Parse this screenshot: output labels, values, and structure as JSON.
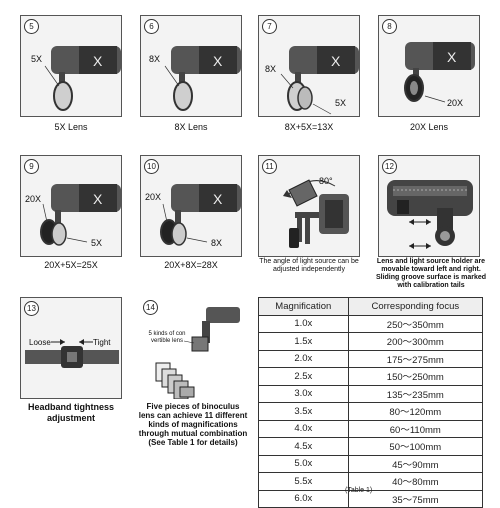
{
  "panels": [
    {
      "num": "5",
      "labels": [
        "5X"
      ],
      "caption": "5X Lens"
    },
    {
      "num": "6",
      "labels": [
        "8X"
      ],
      "caption": "8X Lens"
    },
    {
      "num": "7",
      "labels": [
        "8X",
        "5X"
      ],
      "caption": "8X+5X=13X"
    },
    {
      "num": "8",
      "labels": [
        "20X"
      ],
      "caption": "20X Lens"
    },
    {
      "num": "9",
      "labels": [
        "20X",
        "5X"
      ],
      "caption": "20X+5X=25X"
    },
    {
      "num": "10",
      "labels": [
        "20X",
        "8X"
      ],
      "caption": "20X+8X=28X"
    },
    {
      "num": "11",
      "labels": [
        "80°"
      ],
      "caption": "The angle of light source can be adjusted independently"
    },
    {
      "num": "12",
      "labels": [],
      "caption": "Lens and light source holder are movable toward left and right. Sliding groove surface is marked with calibration tails"
    },
    {
      "num": "13",
      "labels": [
        "Loose",
        "Tight"
      ],
      "caption": "Headband tightness adjustment"
    },
    {
      "num": "14",
      "labels": [
        "5 kinds of con vertible lens"
      ],
      "caption": "Five pieces of binoculus lens can achieve 11 different kinds of magnifications through mutual combination (See Table 1 for details)"
    }
  ],
  "table": {
    "headers": [
      "Magnification",
      "Corresponding focus"
    ],
    "rows": [
      [
        "1.0x",
        "250～350mm"
      ],
      [
        "1.5x",
        "200～300mm"
      ],
      [
        "2.0x",
        "175～275mm"
      ],
      [
        "2.5x",
        "150～250mm"
      ],
      [
        "3.0x",
        "135～235mm"
      ],
      [
        "3.5x",
        "80～120mm"
      ],
      [
        "4.0x",
        "60～110mm"
      ],
      [
        "4.5x",
        "50～100mm"
      ],
      [
        "5.0x",
        "45～90mm"
      ],
      [
        "5.5x",
        "40～80mm"
      ],
      [
        "6.0x",
        "35～75mm"
      ]
    ],
    "note": "(Table 1)"
  }
}
